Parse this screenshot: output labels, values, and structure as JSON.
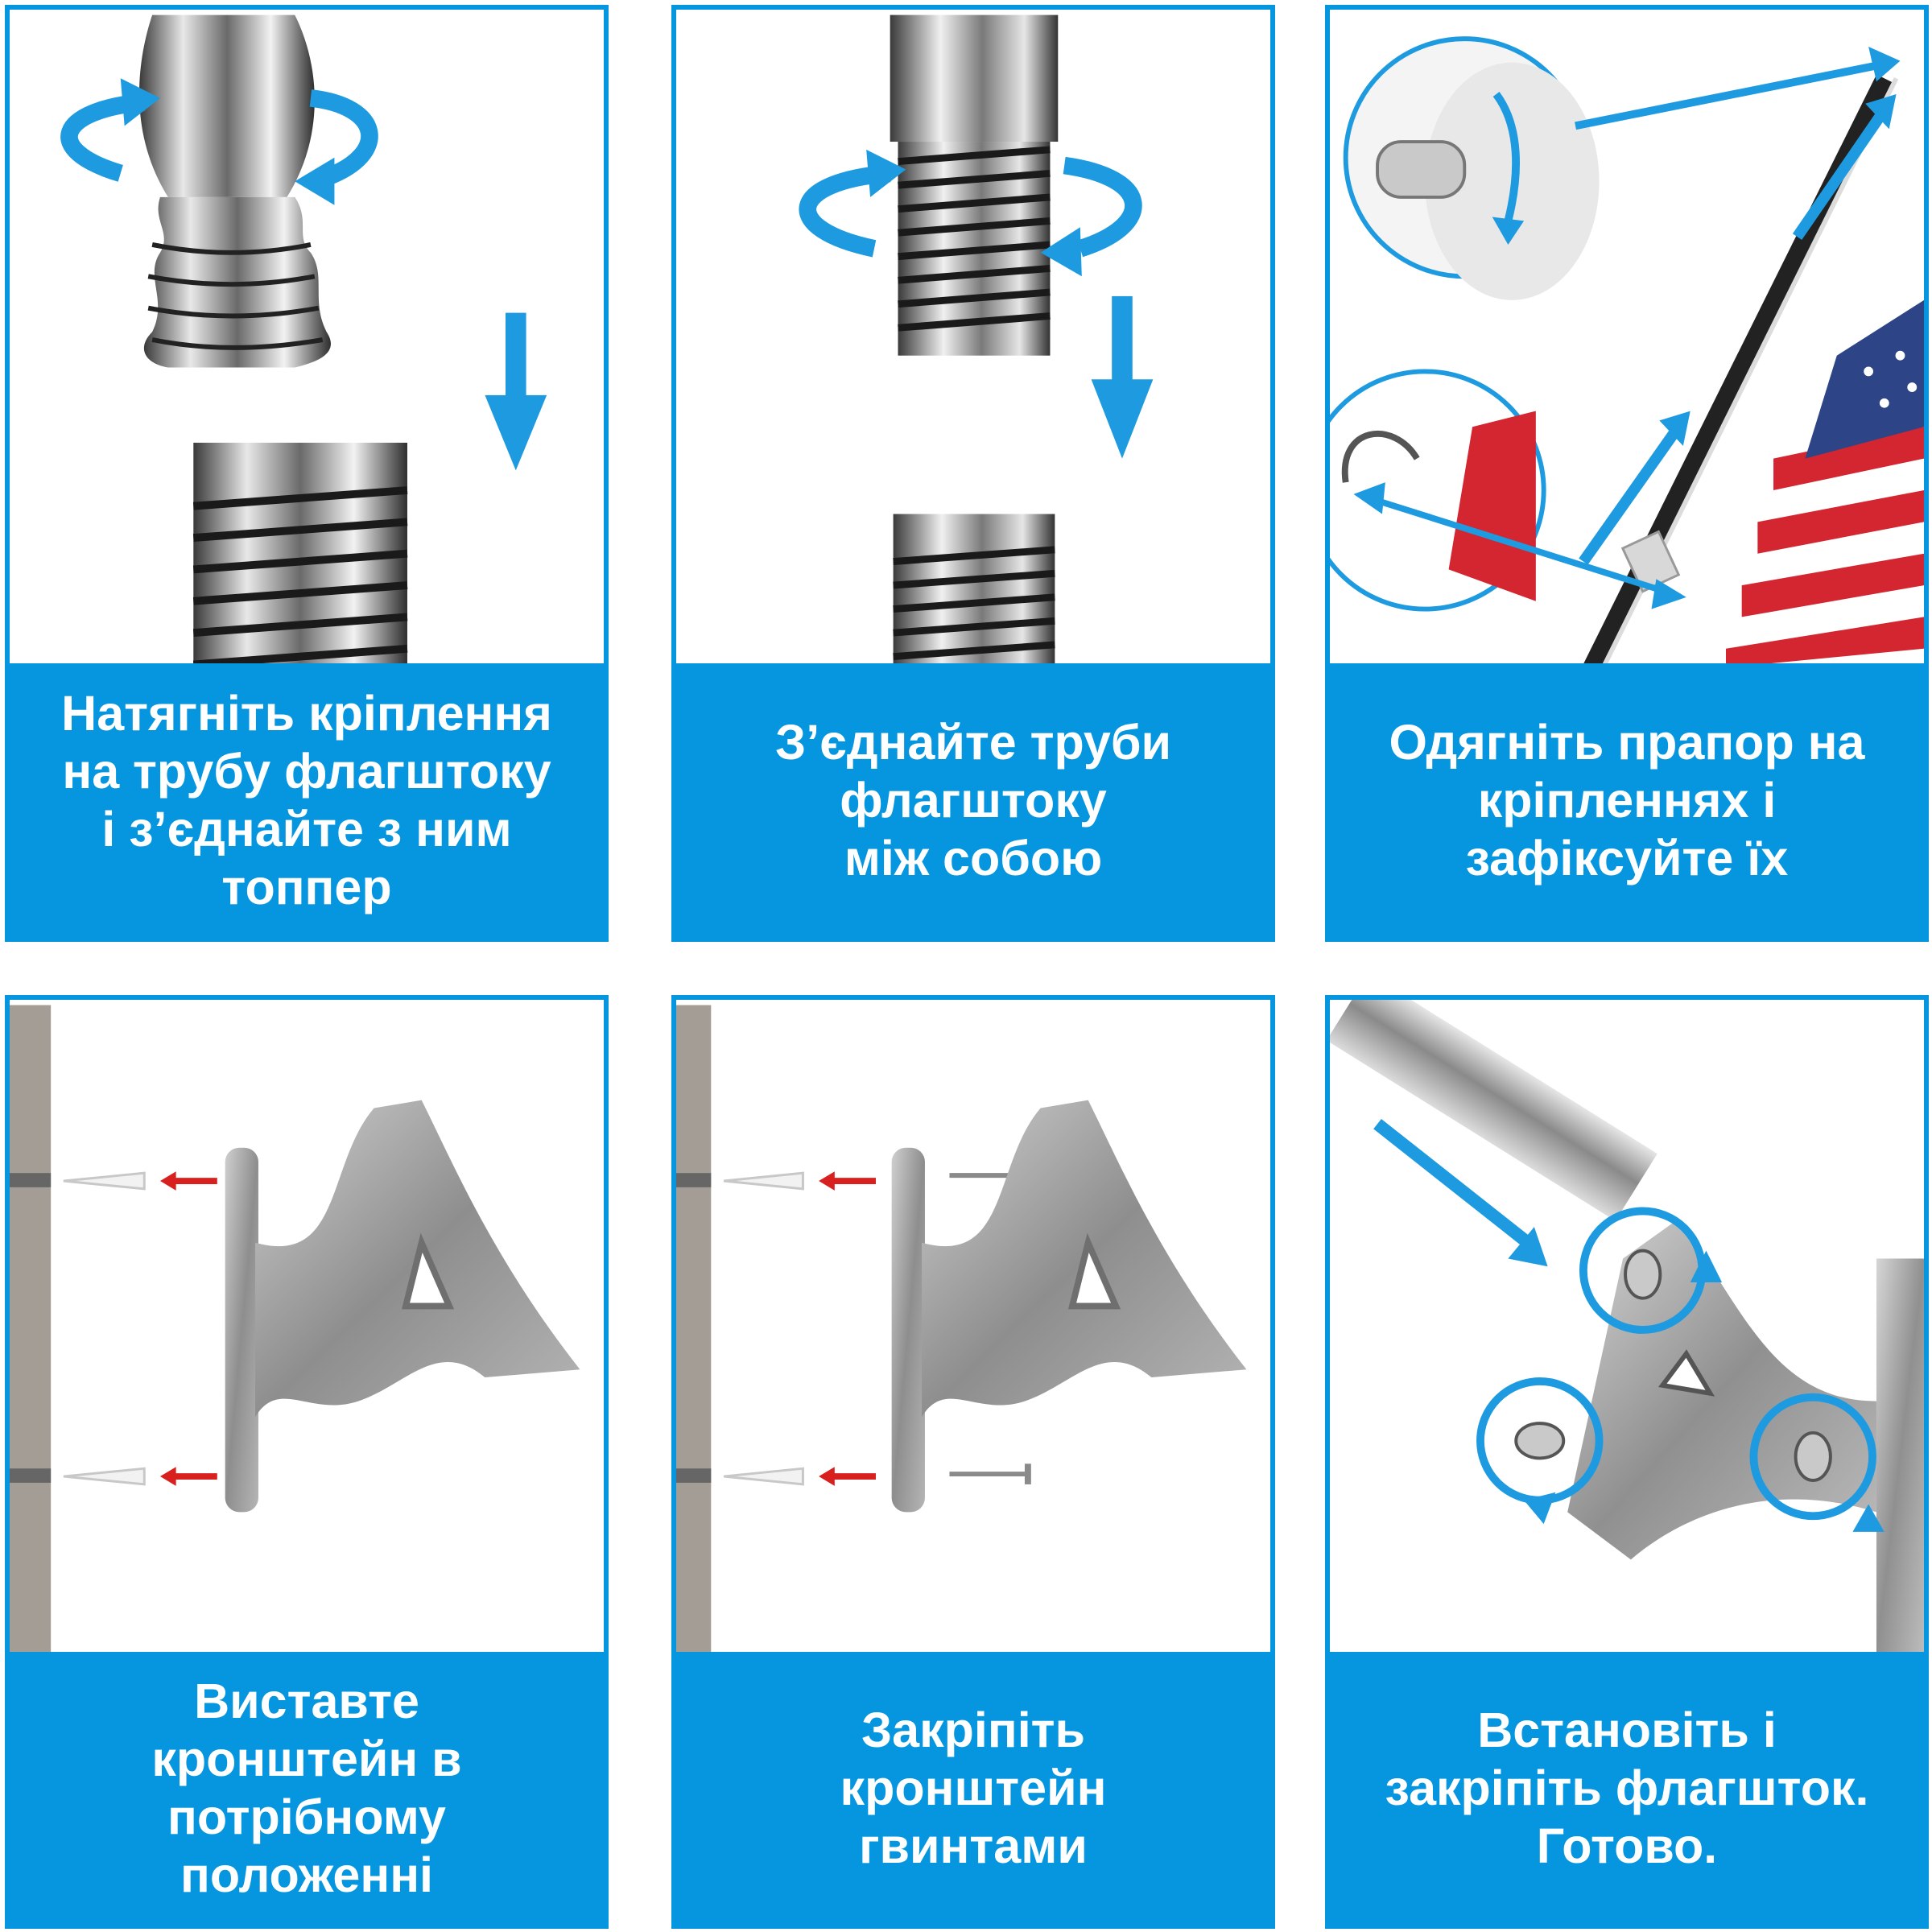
{
  "steps": [
    {
      "caption": "Натягніть кріплення\nна трубу флагштоку\nі з’єднайте з ним\nтоппер"
    },
    {
      "caption": "З’єднайте труби\nфлагштоку\nміж собою"
    },
    {
      "caption": "Одягніть прапор на\nкріпленнях і\nзафіксуйте їх"
    },
    {
      "caption": "Виставте\nкронштейн в\nпотрібному\nположенні"
    },
    {
      "caption": "Закріпіть\nкронштейн\nгвинтами"
    },
    {
      "caption": "Встановіть і\nзакріпіть флагшток.\nГотово."
    }
  ],
  "colors": {
    "accent": "#0596df",
    "arrow_blue": "#1e9be0",
    "arrow_red": "#d8201f",
    "metal": "#9a9a9a",
    "flag_red": "#d32630",
    "flag_blue": "#2d4487"
  }
}
